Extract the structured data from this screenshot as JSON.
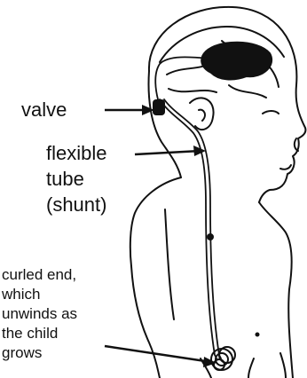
{
  "labels": {
    "valve": "valve",
    "tube_line1": "flexible",
    "tube_line2": "tube",
    "tube_line3": "(shunt)",
    "end_line1": "curled end,",
    "end_line2": "which",
    "end_line3": "unwinds as",
    "end_line4": "the child",
    "end_line5": "grows"
  },
  "colors": {
    "ink": "#111111",
    "background": "#ffffff"
  }
}
